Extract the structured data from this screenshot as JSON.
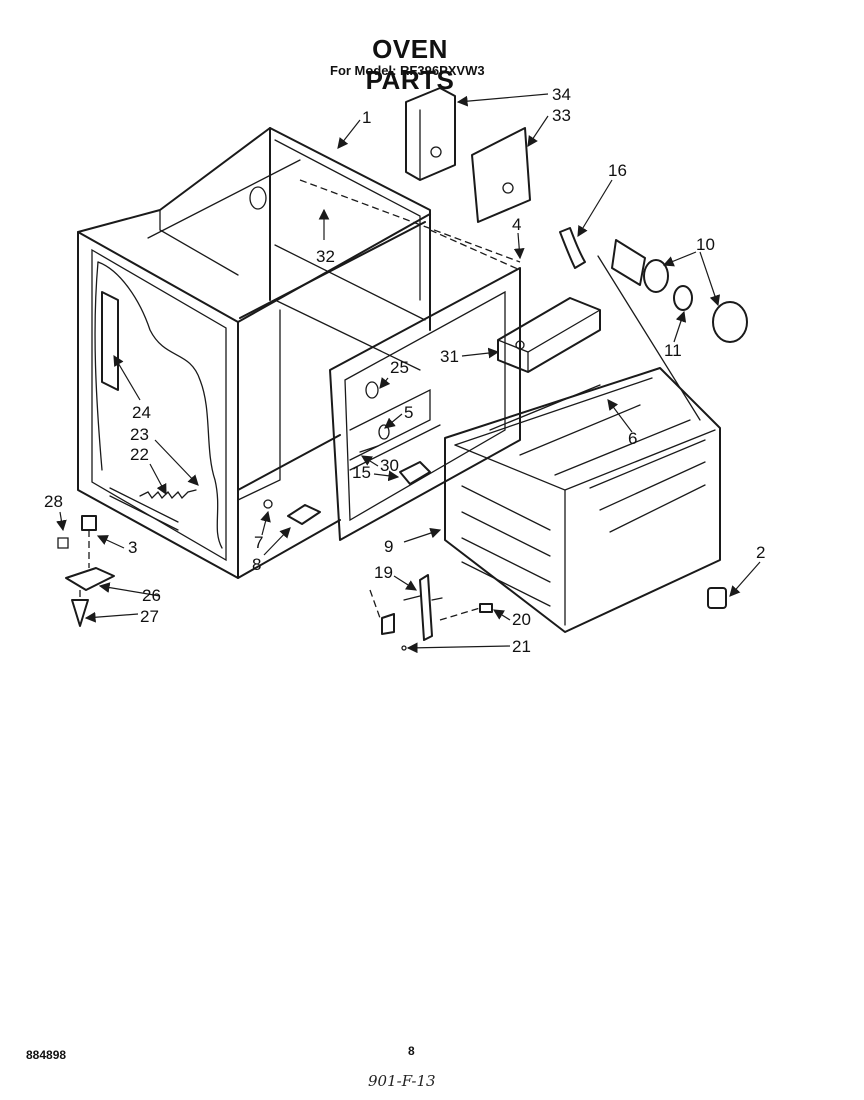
{
  "header": {
    "title": "OVEN PARTS",
    "model_line": "For Model: RF396PXVW3"
  },
  "footer": {
    "doc_number": "884898",
    "page_number": "8",
    "handwritten_note": "901-F-13"
  },
  "callouts": [
    {
      "id": "c1",
      "label": "1"
    },
    {
      "id": "c2",
      "label": "2"
    },
    {
      "id": "c3",
      "label": "3"
    },
    {
      "id": "c4",
      "label": "4"
    },
    {
      "id": "c5",
      "label": "5"
    },
    {
      "id": "c6",
      "label": "6"
    },
    {
      "id": "c7",
      "label": "7"
    },
    {
      "id": "c8",
      "label": "8"
    },
    {
      "id": "c9",
      "label": "9"
    },
    {
      "id": "c10",
      "label": "10"
    },
    {
      "id": "c11",
      "label": "11"
    },
    {
      "id": "c15",
      "label": "15"
    },
    {
      "id": "c16",
      "label": "16"
    },
    {
      "id": "c19",
      "label": "19"
    },
    {
      "id": "c20",
      "label": "20"
    },
    {
      "id": "c21",
      "label": "21"
    },
    {
      "id": "c22",
      "label": "22"
    },
    {
      "id": "c23",
      "label": "23"
    },
    {
      "id": "c24",
      "label": "24"
    },
    {
      "id": "c25",
      "label": "25"
    },
    {
      "id": "c26",
      "label": "26"
    },
    {
      "id": "c27",
      "label": "27"
    },
    {
      "id": "c28",
      "label": "28"
    },
    {
      "id": "c30",
      "label": "30"
    },
    {
      "id": "c31",
      "label": "31"
    },
    {
      "id": "c32",
      "label": "32"
    },
    {
      "id": "c33",
      "label": "33"
    },
    {
      "id": "c34",
      "label": "34"
    }
  ]
}
